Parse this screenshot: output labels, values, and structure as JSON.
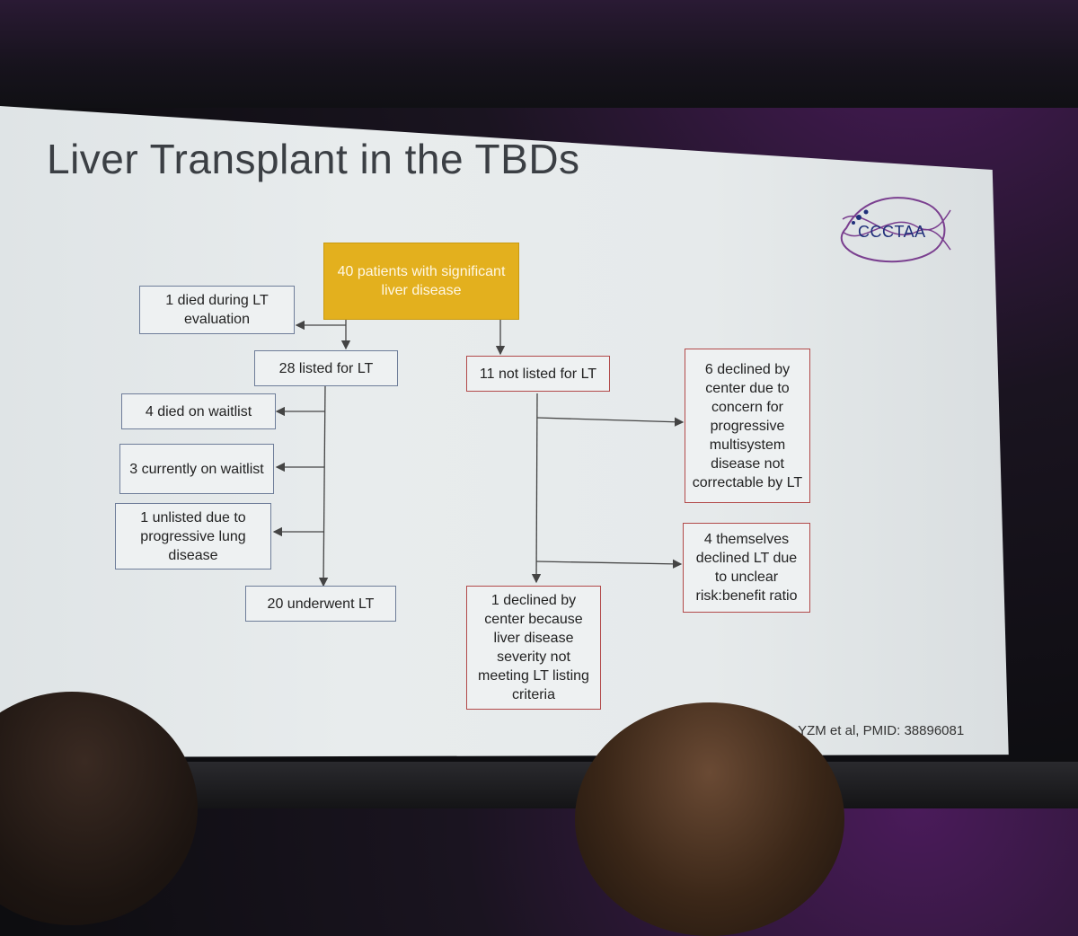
{
  "slide": {
    "title": "Liver Transplant in the TBDs",
    "logo_text": "CCCTAA",
    "citation": "Vong YZM et al, PMID: 38896081"
  },
  "flowchart": {
    "root": "40 patients with significant liver disease",
    "died_evaluation": "1 died during LT evaluation",
    "listed": "28 listed for LT",
    "died_waitlist": "4 died on waitlist",
    "currently_waitlist": "3 currently on waitlist",
    "unlisted_lung": "1 unlisted due to progressive lung disease",
    "underwent": "20 underwent LT",
    "not_listed": "11 not listed for LT",
    "declined_multisystem": "6 declined by center due to concern for progressive multisystem disease not correctable by LT",
    "declined_themselves": "4 themselves declined LT due to unclear risk:benefit ratio",
    "declined_severity": "1 declined by center because liver disease severity not meeting LT listing criteria"
  },
  "colors": {
    "root_fill": "#e3b01e",
    "left_border": "#6e7d99",
    "right_border": "#b24a4a"
  }
}
